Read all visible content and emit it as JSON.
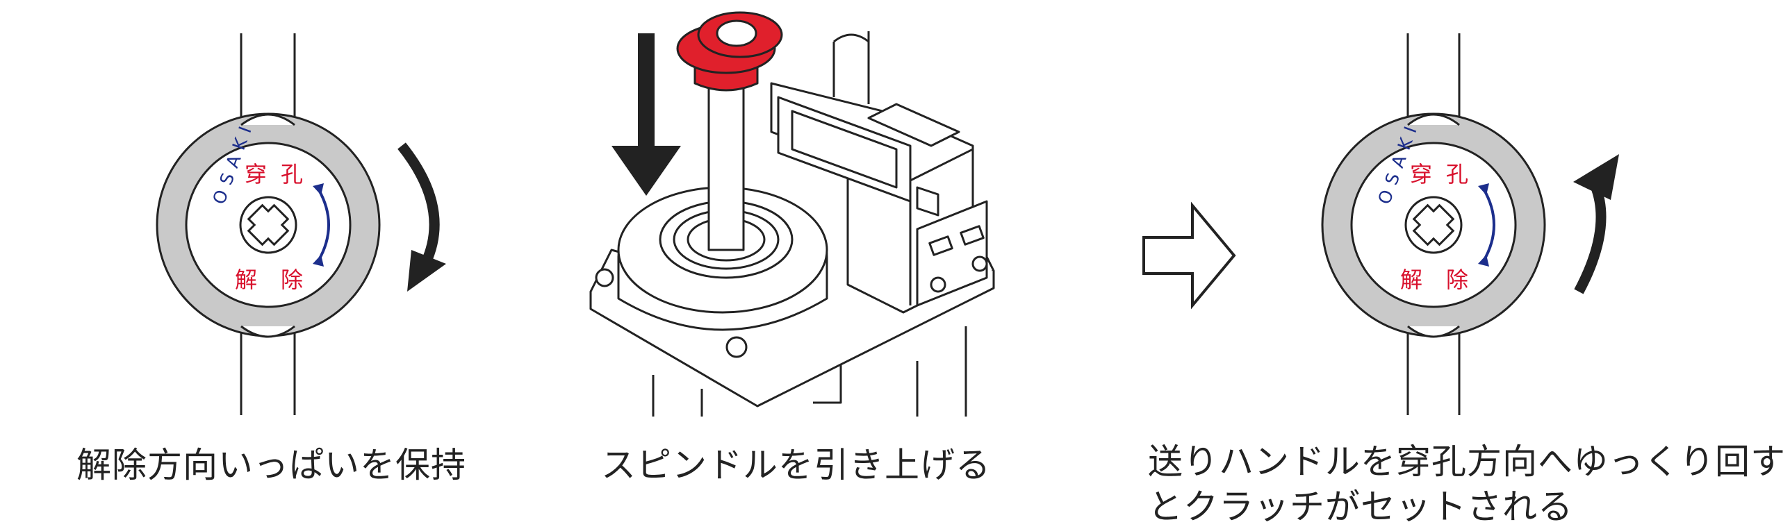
{
  "dial": {
    "brand": "OSAKI",
    "label_top1": "穿",
    "label_top2": "孔",
    "label_bottom1": "解",
    "label_bottom2": "除",
    "ring_color": "#c9c9c9",
    "label_red": "#d8102c",
    "arrow_blue": "#1c2e8c"
  },
  "captions": {
    "step1": "解除方向いっぱいを保持",
    "step2": "スピンドルを引き上げる",
    "step3_line1": "送りハンドルを穿孔方向へゆっくり回す",
    "step3_line2": "とクラッチがセットされる"
  },
  "colors": {
    "red_cap": "#e0202c"
  },
  "icons": {
    "rotate_cw": "rotate-clockwise-arrow-icon",
    "rotate_ccw": "rotate-counterclockwise-arrow-icon",
    "down": "down-arrow-icon",
    "next": "next-step-arrow-icon"
  }
}
